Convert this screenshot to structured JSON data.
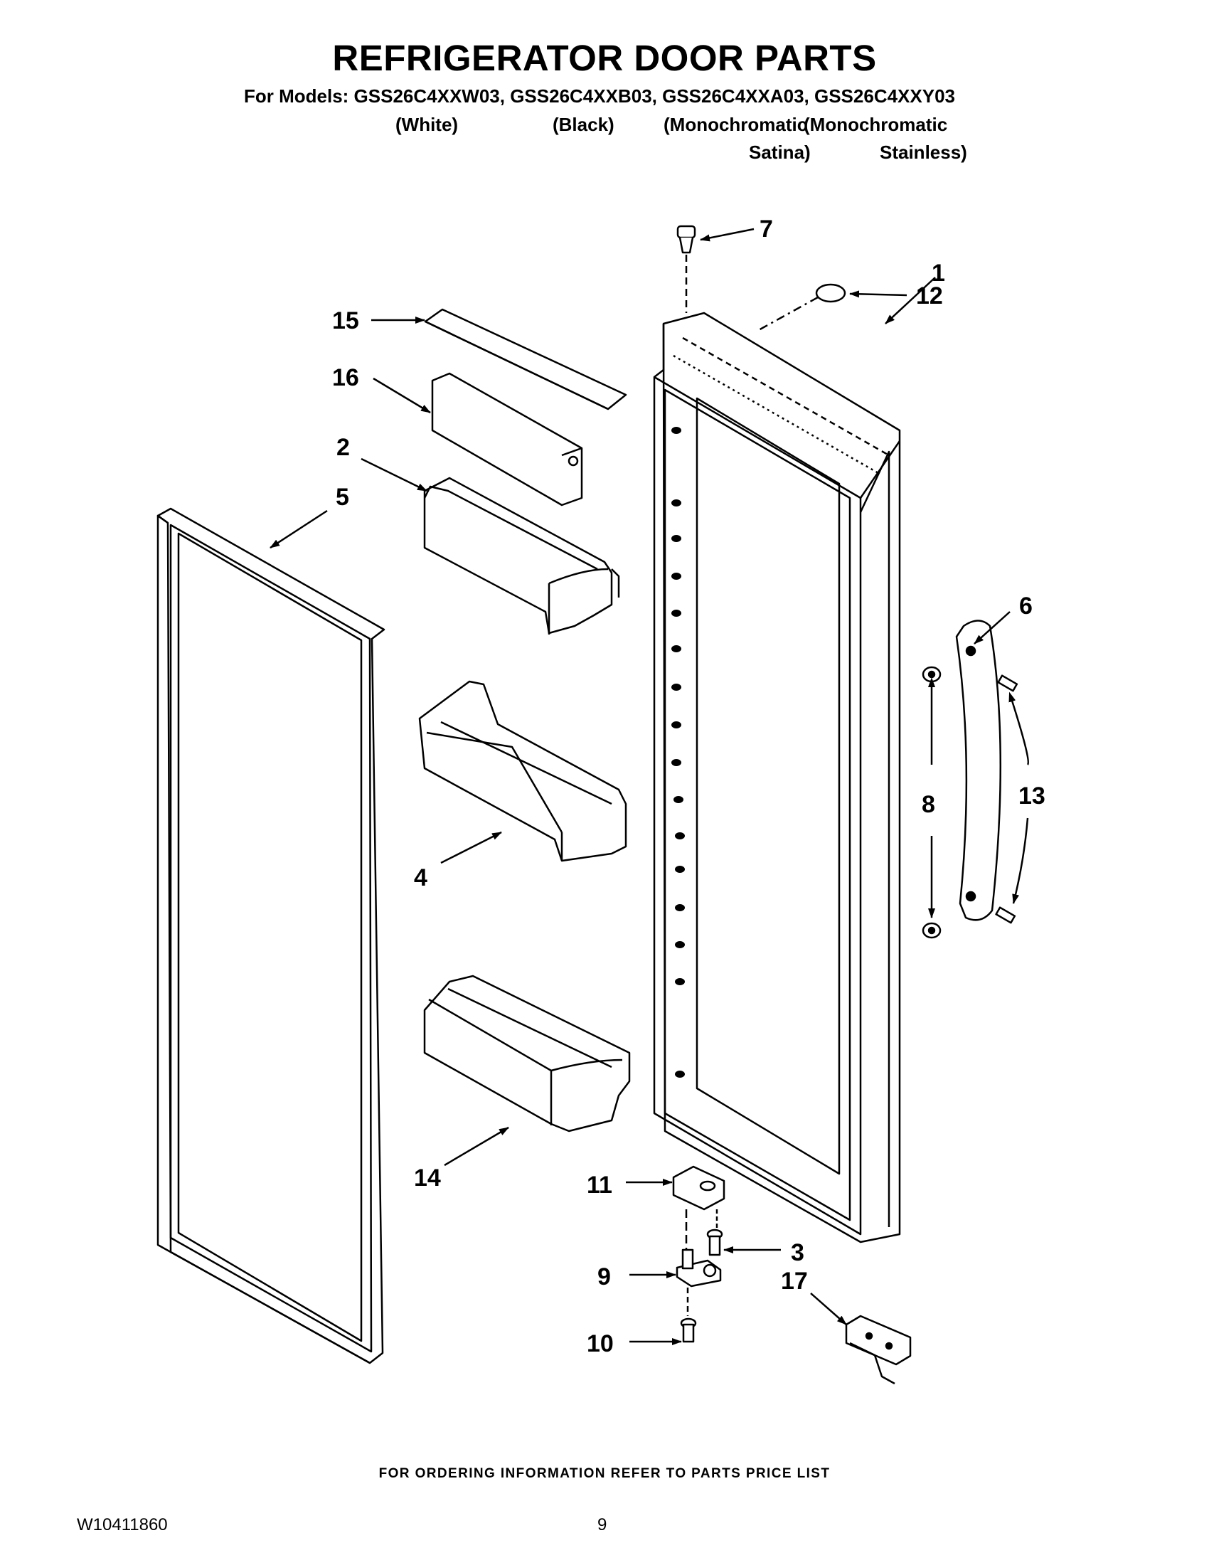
{
  "header": {
    "title": "REFRIGERATOR DOOR PARTS",
    "models_line": "For Models: GSS26C4XXW03, GSS26C4XXB03, GSS26C4XXA03, GSS26C4XXY03",
    "variant_line1": [
      "(White)",
      "(Black)",
      "(Monochromatic",
      "(Monochromatic"
    ],
    "variant_line2": [
      "Satina)",
      "Stainless)"
    ]
  },
  "callouts": [
    "1",
    "2",
    "3",
    "4",
    "5",
    "6",
    "7",
    "8",
    "9",
    "10",
    "11",
    "12",
    "13",
    "14",
    "15",
    "16",
    "17"
  ],
  "footer": {
    "ordering_note": "FOR ORDERING INFORMATION REFER TO PARTS PRICE LIST",
    "document_number": "W10411860",
    "page_number": "9"
  }
}
